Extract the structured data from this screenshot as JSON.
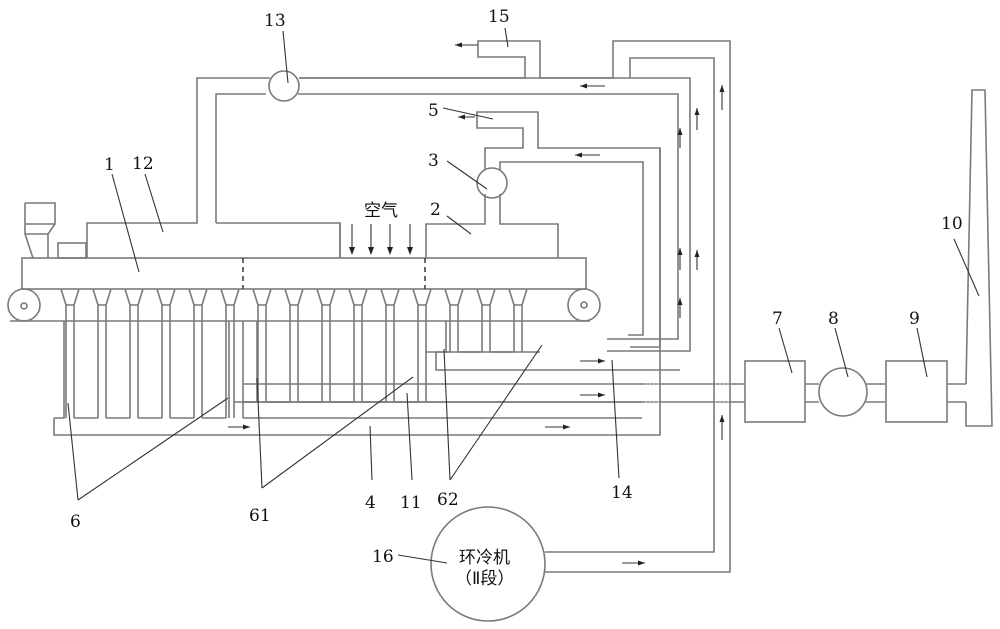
{
  "diagram": {
    "title": "Sintering flue gas recirculation system schematic",
    "labels": {
      "n1": "1",
      "n2": "2",
      "n3": "3",
      "n4": "4",
      "n5": "5",
      "n6": "6",
      "n7": "7",
      "n8": "8",
      "n9": "9",
      "n10": "10",
      "n11": "11",
      "n12": "12",
      "n13": "13",
      "n14": "14",
      "n15": "15",
      "n16": "16",
      "n61": "61",
      "n62": "62"
    },
    "air_label": "空气",
    "cooler_line1": "环冷机",
    "cooler_line2": "（Ⅱ段）",
    "components": [
      {
        "id": "1",
        "name": "sintering machine"
      },
      {
        "id": "2",
        "name": "hood 2"
      },
      {
        "id": "3",
        "name": "fan 3"
      },
      {
        "id": "4",
        "name": "main flue pipe 4"
      },
      {
        "id": "5",
        "name": "mixer 5"
      },
      {
        "id": "6",
        "name": "windboxes 6"
      },
      {
        "id": "61",
        "name": "windboxes 61"
      },
      {
        "id": "62",
        "name": "windboxes 62"
      },
      {
        "id": "7",
        "name": "unit 7"
      },
      {
        "id": "8",
        "name": "fan 8"
      },
      {
        "id": "9",
        "name": "unit 9"
      },
      {
        "id": "10",
        "name": "chimney 10"
      },
      {
        "id": "11",
        "name": "flue pipe 11"
      },
      {
        "id": "12",
        "name": "hood 12"
      },
      {
        "id": "13",
        "name": "fan 13"
      },
      {
        "id": "14",
        "name": "flue pipe 14"
      },
      {
        "id": "15",
        "name": "mixer 15"
      },
      {
        "id": "16",
        "name": "ring cooler section II"
      }
    ]
  }
}
